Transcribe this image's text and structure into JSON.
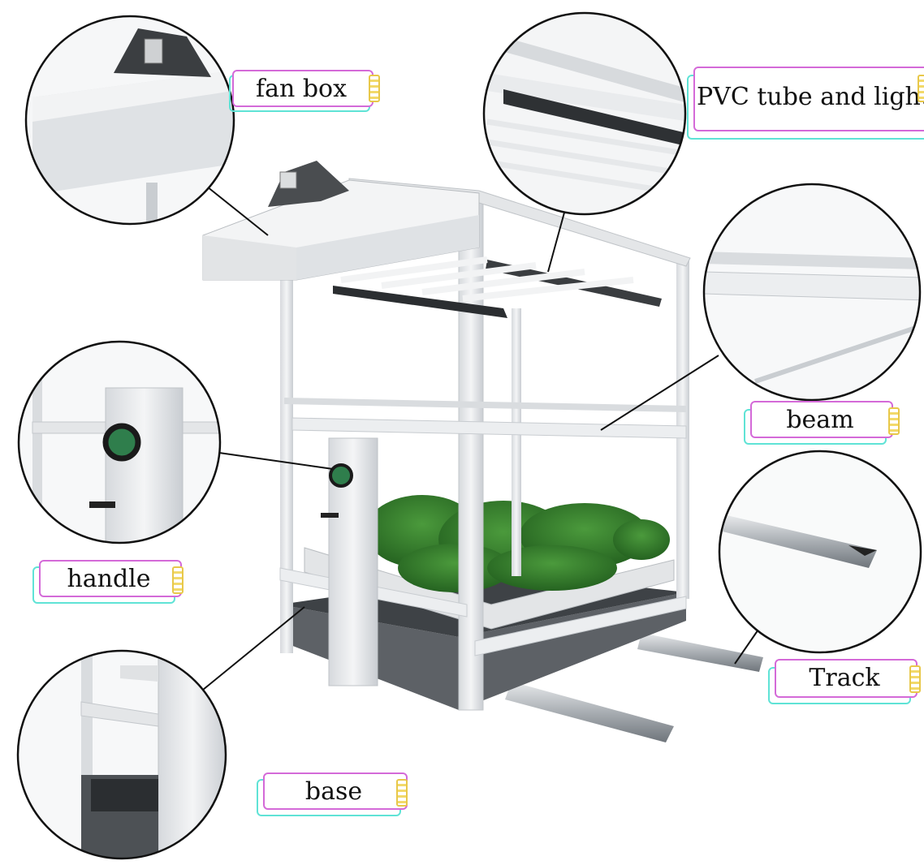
{
  "labels": {
    "fan_box": "fan box",
    "pvc_tube_and_light": "PVC tube and light",
    "beam": "beam",
    "handle": "handle",
    "track": "Track",
    "base": "base"
  },
  "colors": {
    "label_border_primary": "#d46ad8",
    "label_border_secondary": "#5fe3d6",
    "label_tag": "#e8c84a",
    "frame": "#e7e9ec",
    "plants": "#2f7a2a",
    "track": "#9aa0a6"
  }
}
